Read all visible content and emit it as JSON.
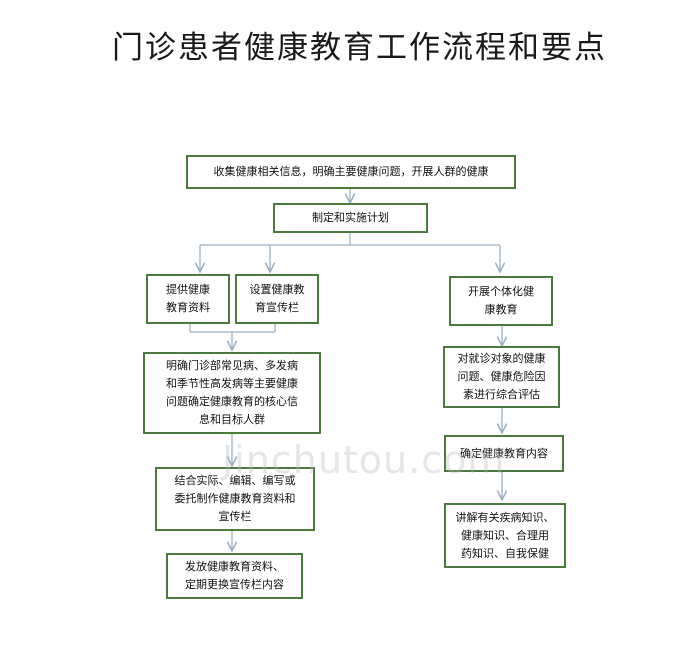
{
  "title": "门诊患者健康教育工作流程和要点",
  "watermark": "Jinchutou.com",
  "boxes": {
    "collect": "收集健康相关信息，明确主要健康问题，开展人群的健康",
    "plan": "制定和实施计划",
    "materials": [
      "提供健康",
      "教育资料"
    ],
    "board": [
      "设置健康教",
      "育宣传栏"
    ],
    "individual": [
      "开展个体化健",
      "康教育"
    ],
    "clarify": [
      "明确门诊部常见病、多发病",
      "和季节性高发病等主要健康",
      "问题确定健康教育的核心信",
      "息和目标人群"
    ],
    "assess": [
      "对就诊对象的健康",
      "问题、健康危险因",
      "素进行综合评估"
    ],
    "produce": [
      "结合实际、编辑、编写或",
      "委托制作健康教育资料和",
      "宣传栏"
    ],
    "content": "确定健康教育内容",
    "distribute": [
      "发放健康教育资料、",
      "定期更换宣传栏内容"
    ],
    "explain": [
      "讲解有关疾病知识、",
      "健康知识、合理用",
      "药知识、自我保健"
    ]
  }
}
